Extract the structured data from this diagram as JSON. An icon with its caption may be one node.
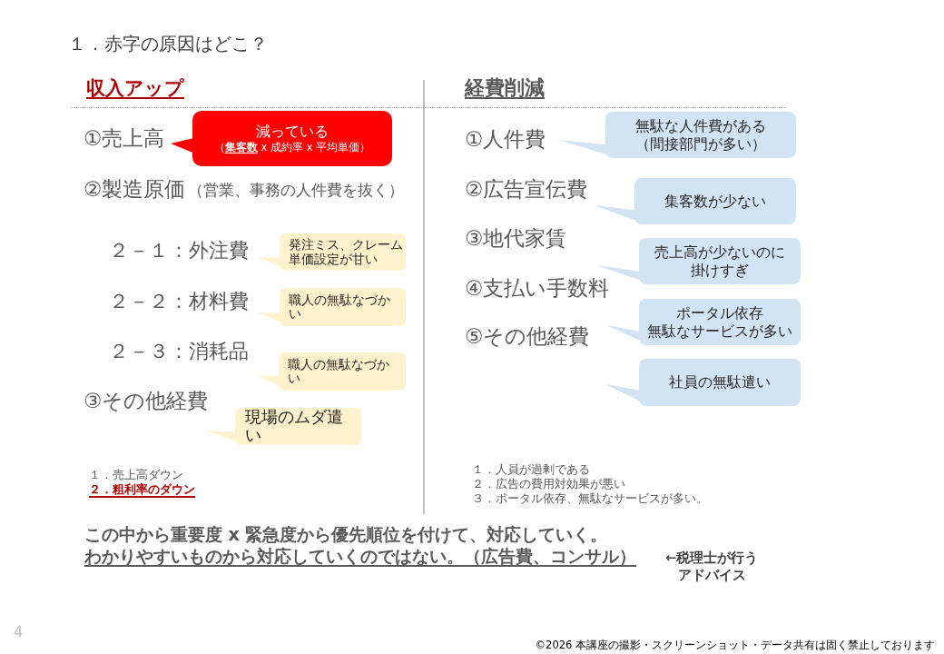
{
  "diagram": {
    "title": "１．赤字の原因はどこ？",
    "nodes": [
      {
        "text": [
          "減っている",
          "（**集客数** x 成約率 x 平均単価）"
        ]
      },
      {
        "text": [
          "発注ミス、クレーム",
          "単価設定が甘い"
        ]
      },
      {
        "text": [
          "職人の無駄なづかい"
        ]
      },
      {
        "text": [
          "職人の無駄なづかい"
        ]
      },
      {
        "text": [
          "現場のムダ遣い"
        ]
      },
      {
        "text": [
          "無駄な人件費がある",
          "（間接部門が多い）"
        ]
      },
      {
        "text": [
          "集客数が少ない"
        ]
      },
      {
        "text": [
          "売上高が少ないのに",
          "掛けすぎ"
        ]
      },
      {
        "text": [
          "ポータル依存",
          "無駄なサービスが多い"
        ]
      },
      {
        "text": [
          "社員の無駄遣い"
        ]
      }
    ],
    "labels": [
      "収入アップ",
      "①売上高",
      "②製造原価",
      "（営業、事務の人件費を抜く）",
      "２－１：外注費",
      "２－２：材料費",
      "２－３：消耗品",
      "③その他経費",
      "１．売上高ダウン",
      "２．粗利率のダウン",
      "経費削減",
      "①人件費",
      "②広告宣伝費",
      "③地代家賃",
      "④支払い手数料",
      "⑤その他経費",
      "１．人員が過剰である",
      "２．広告の費用対効果が悪い",
      "３．ポータル依存、無駄なサービスが多い。",
      "この中から重要度 x 緊急度から優先順位を付けて、対応していく。",
      "わかりやすいものから対応していくのではない。（広告費、コンサル）",
      "←税理士が行うアドバイス",
      "4",
      "©2026 本講座の撮影・スクリーンショット・データ共有は固く禁止しております"
    ]
  }
}
